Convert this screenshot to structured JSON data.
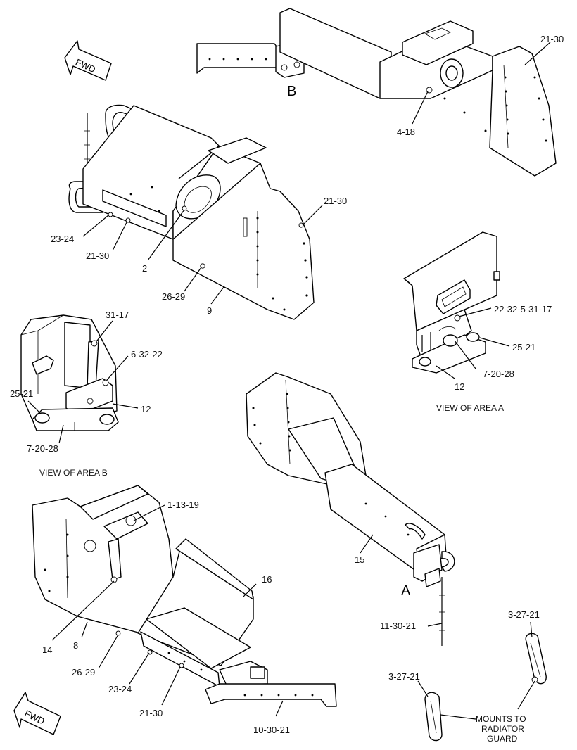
{
  "direction_label": "FWD",
  "view_letters": {
    "a": "A",
    "b": "B"
  },
  "captions": {
    "view_area_a": "VIEW OF AREA  A",
    "view_area_b": "VIEW OF AREA B",
    "mounts_to": [
      "MOUNTS TO",
      "RADIATOR",
      "GUARD"
    ]
  },
  "callouts": {
    "top_right_21_30": "21-30",
    "top_4_18": "4-18",
    "left_23_24": "23-24",
    "left_21_30": "21-30",
    "left_2": "2",
    "left_right_21_30": "21-30",
    "left_26_29": "26-29",
    "left_9": "9",
    "area_a_22_32_5_31_17": "22-32-5-31-17",
    "area_a_25_21": "25-21",
    "area_a_7_20_28": "7-20-28",
    "area_a_12": "12",
    "area_b_31_17": "31-17",
    "area_b_6_32_22": "6-32-22",
    "area_b_25_21": "25-21",
    "area_b_12": "12",
    "area_b_7_20_28": "7-20-28",
    "bottom_1_13_19": "1-13-19",
    "mid_15": "15",
    "bottom_16": "16",
    "mid_11_30_21": "11-30-21",
    "bottom_14": "14",
    "bottom_8": "8",
    "bottom_26_29": "26-29",
    "bottom_23_24": "23-24",
    "bottom_21_30": "21-30",
    "bottom_10_30_21": "10-30-21",
    "right_3_27_21_top": "3-27-21",
    "right_3_27_21_low": "3-27-21"
  }
}
